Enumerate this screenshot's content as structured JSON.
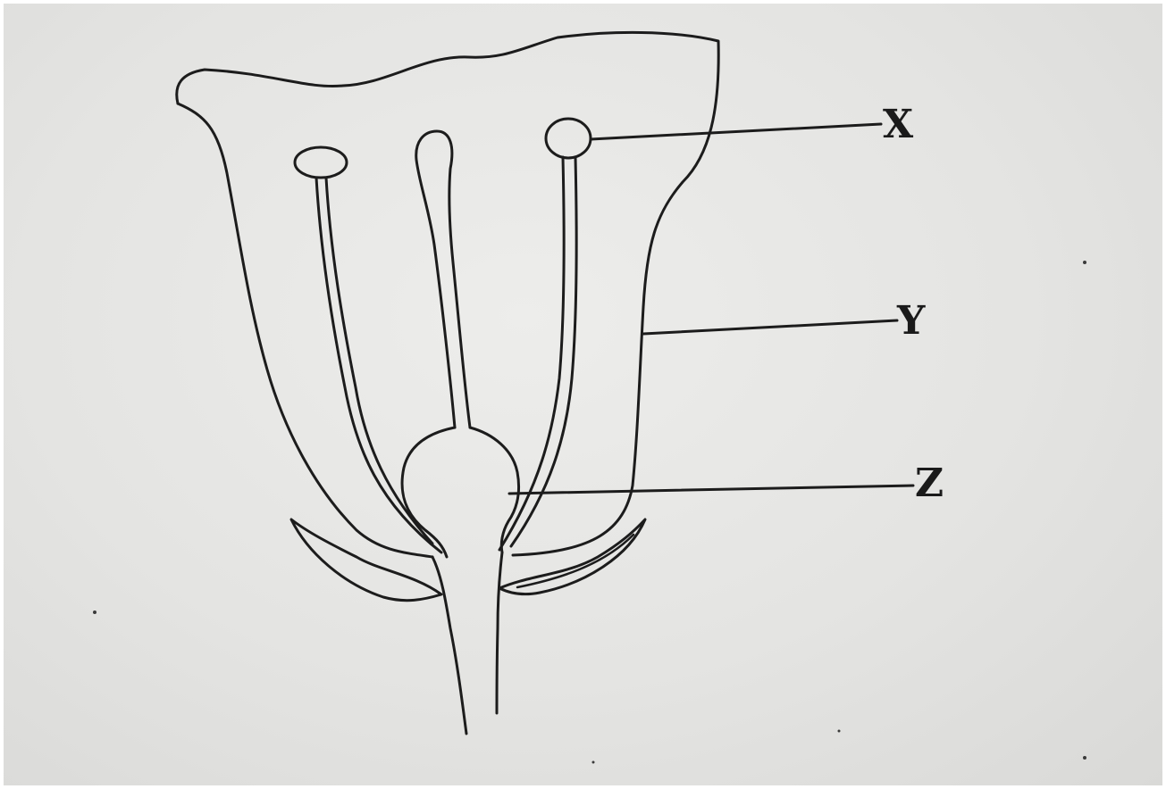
{
  "diagram": {
    "labels": {
      "x": "X",
      "y": "Y",
      "z": "Z"
    }
  }
}
